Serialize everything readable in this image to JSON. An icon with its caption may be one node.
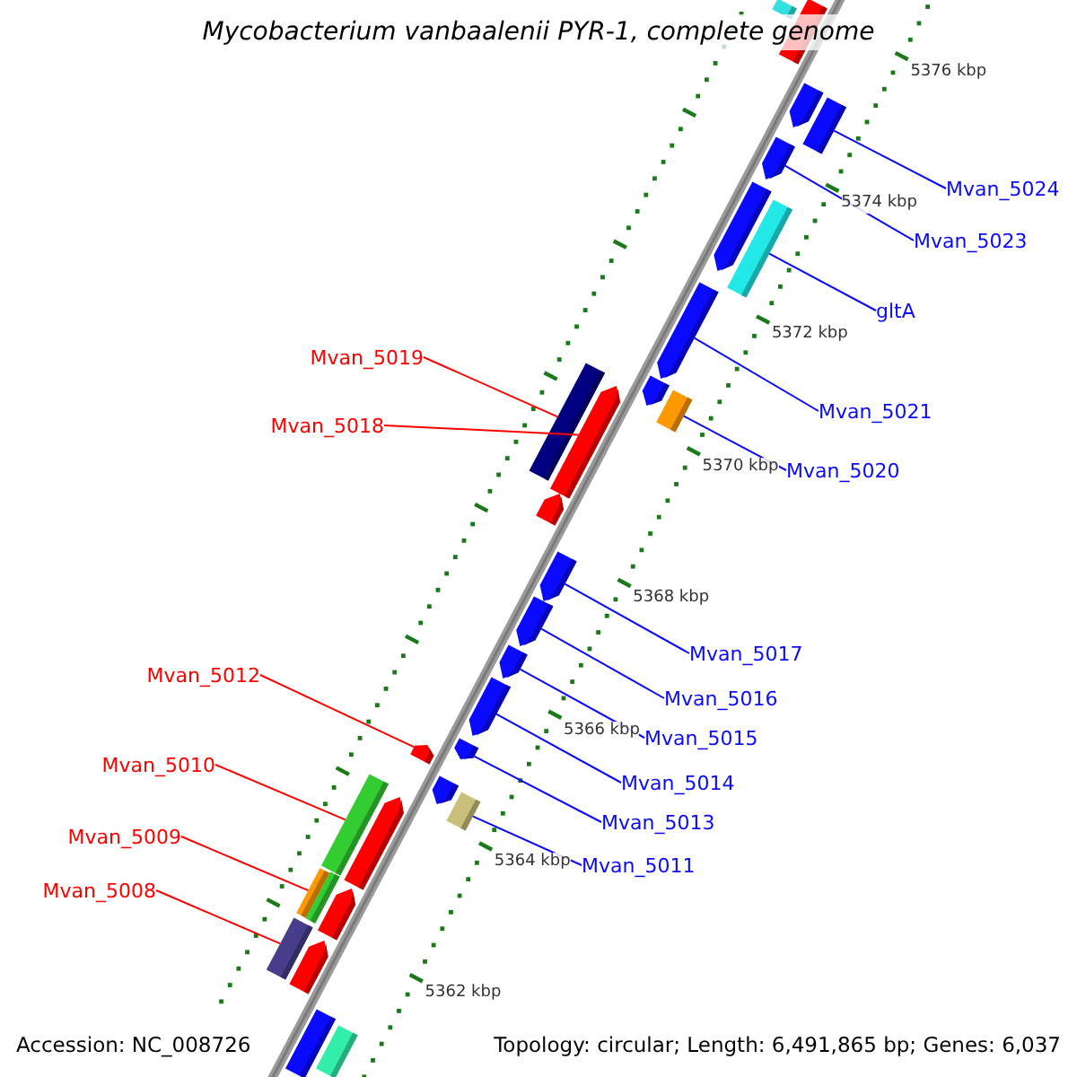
{
  "diagram": {
    "title": "Mycobacterium vanbaalenii PYR-1, complete genome",
    "nodes": [
      {
        "text": [
          "Mvan_5024"
        ]
      },
      {
        "text": [
          "Mvan_5023"
        ]
      },
      {
        "text": [
          "gltA"
        ]
      },
      {
        "text": [
          "Mvan_5019"
        ]
      },
      {
        "text": [
          "Mvan_5021"
        ]
      },
      {
        "text": [
          "Mvan_5018"
        ]
      },
      {
        "text": [
          "Mvan_5020"
        ]
      },
      {
        "text": [
          "Mvan_5017"
        ]
      },
      {
        "text": [
          "Mvan_5012"
        ]
      },
      {
        "text": [
          "Mvan_5016"
        ]
      },
      {
        "text": [
          "Mvan_5015"
        ]
      },
      {
        "text": [
          "Mvan_5010"
        ]
      },
      {
        "text": [
          "Mvan_5014"
        ]
      },
      {
        "text": [
          "Mvan_5013"
        ]
      },
      {
        "text": [
          "Mvan_5009"
        ]
      },
      {
        "text": [
          "Mvan_5011"
        ]
      },
      {
        "text": [
          "Mvan_5008"
        ]
      },
      {
        "text": [],
        "shape": "bar"
      },
      {
        "text": [],
        "shape": "bar"
      },
      {
        "text": [],
        "shape": "pentagon"
      },
      {
        "text": [],
        "shape": "bar"
      },
      {
        "text": [],
        "shape": "pentagon"
      },
      {
        "text": [],
        "shape": "pentagon"
      },
      {
        "text": [],
        "shape": "bar"
      },
      {
        "text": [],
        "shape": "pentagon"
      },
      {
        "text": [],
        "shape": "bar"
      },
      {
        "text": [],
        "shape": "pentagon"
      },
      {
        "text": [],
        "shape": "pentagon"
      },
      {
        "text": [],
        "shape": "bar"
      },
      {
        "text": [],
        "shape": "pentagon"
      },
      {
        "text": [],
        "shape": "pentagon"
      },
      {
        "text": [],
        "shape": "pentagon"
      },
      {
        "text": [],
        "shape": "pentagon"
      },
      {
        "text": [],
        "shape": "pentagon"
      },
      {
        "text": [],
        "shape": "pentagon"
      },
      {
        "text": [],
        "shape": "pentagon"
      },
      {
        "text": [],
        "shape": "bar"
      },
      {
        "text": [],
        "shape": "pentagon"
      },
      {
        "text": [],
        "shape": "bar"
      },
      {
        "text": [],
        "shape": "pentagon"
      },
      {
        "text": [],
        "shape": "bar"
      },
      {
        "text": [],
        "shape": "bar"
      },
      {
        "text": [],
        "shape": "pentagon"
      },
      {
        "text": [],
        "shape": "bar"
      },
      {
        "text": [],
        "shape": "pentagon"
      },
      {
        "text": [],
        "shape": "bar"
      },
      {
        "text": [],
        "shape": "bar"
      }
    ],
    "edges": [
      {
        "from": 0,
        "to": 20,
        "arrow": "none"
      },
      {
        "from": 1,
        "to": 21,
        "arrow": "none"
      },
      {
        "from": 2,
        "to": 23,
        "arrow": "none"
      },
      {
        "from": 3,
        "to": 25,
        "arrow": "none",
        "color": "#ff0000"
      },
      {
        "from": 4,
        "to": 24,
        "arrow": "none"
      },
      {
        "from": 5,
        "to": 27,
        "arrow": "none",
        "color": "#ff0000"
      },
      {
        "from": 6,
        "to": 28,
        "arrow": "none"
      },
      {
        "from": 7,
        "to": 30,
        "arrow": "none"
      },
      {
        "from": 8,
        "to": 35,
        "arrow": "none",
        "color": "#ff0000"
      },
      {
        "from": 9,
        "to": 31,
        "arrow": "none"
      },
      {
        "from": 10,
        "to": 32,
        "arrow": "none"
      },
      {
        "from": 11,
        "to": 36,
        "arrow": "none",
        "color": "#ff0000"
      },
      {
        "from": 12,
        "to": 33,
        "arrow": "none"
      },
      {
        "from": 13,
        "to": 34,
        "arrow": "none"
      },
      {
        "from": 14,
        "to": 40,
        "arrow": "none",
        "color": "#ff0000"
      },
      {
        "from": 15,
        "to": 38,
        "arrow": "none"
      },
      {
        "from": 16,
        "to": 43,
        "arrow": "none",
        "color": "#ff0000"
      }
    ],
    "labels": [
      "5376 kbp",
      "5374 kbp",
      "5372 kbp",
      "5370 kbp",
      "5368 kbp",
      "5366 kbp",
      "5364 kbp",
      "5362 kbp",
      "Accession: NC_008726",
      "Topology: circular; Length: 6,491,865 bp; Genes: 6,037"
    ]
  }
}
